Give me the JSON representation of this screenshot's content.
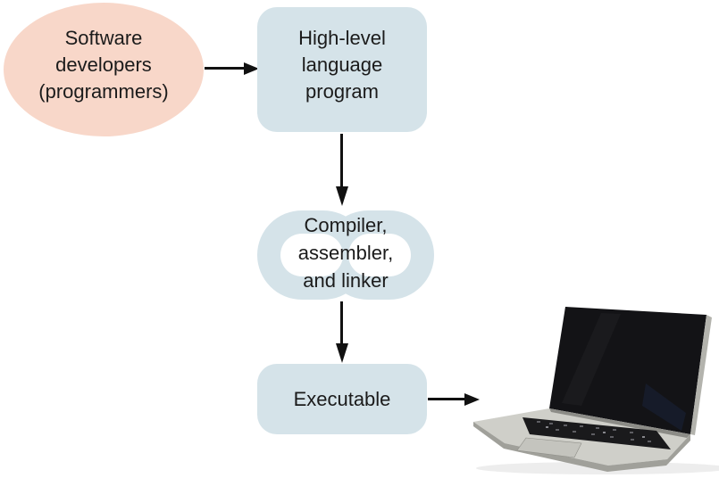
{
  "diagram": {
    "nodes": {
      "developers": {
        "shape": "ellipse",
        "lines": [
          "Software",
          "developers",
          "(programmers)"
        ]
      },
      "high_level_program": {
        "shape": "rounded-box",
        "lines": [
          "High-level",
          "language",
          "program"
        ]
      },
      "compiler": {
        "shape": "chain-link-icon",
        "lines": [
          "Compiler,",
          "assembler,",
          "and linker"
        ]
      },
      "executable": {
        "shape": "rounded-box",
        "lines": [
          "Executable"
        ]
      },
      "computer": {
        "shape": "laptop-photo",
        "lines": []
      }
    },
    "arrows": [
      {
        "from": "developers",
        "to": "high_level_program",
        "direction": "right"
      },
      {
        "from": "high_level_program",
        "to": "compiler",
        "direction": "down"
      },
      {
        "from": "compiler",
        "to": "executable",
        "direction": "down"
      },
      {
        "from": "executable",
        "to": "computer",
        "direction": "right"
      }
    ],
    "icons": {
      "compiler_background": "chain-link-icon",
      "output_device": "laptop-photo"
    },
    "colors": {
      "ellipse_fill": "#f8d7c9",
      "box_fill": "#d5e3e9",
      "chain_fill": "#d5e3e9",
      "arrow": "#111111",
      "text": "#1b1b1b",
      "laptop_screen": "#131316",
      "laptop_body": "#cfcfc9"
    }
  }
}
